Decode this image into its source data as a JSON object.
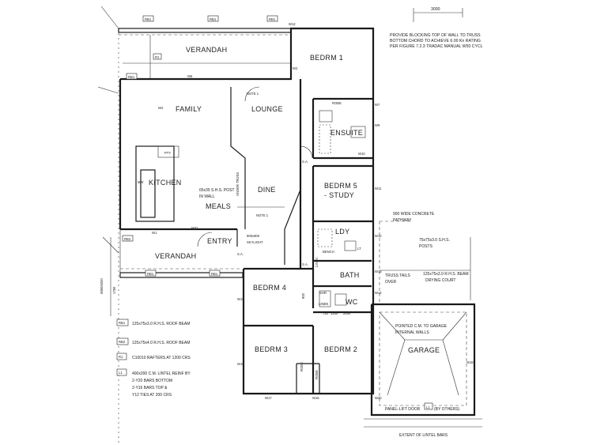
{
  "dimension_top": "3000",
  "blocking_note": [
    "PROVIDE BLOCKING TOP OF WALL TO TRUSS",
    "BOTTOM CHORD TO ACHIEVE 6.00 Kn RATING",
    "PER FIGURE 7.2.3 TRADAC MANUAL W50 CYCL"
  ],
  "rooms": {
    "verandah_top": "VERANDAH",
    "bedrm1": "BEDRM 1",
    "family": "FAMILY",
    "lounge": "LOUNGE",
    "ensuite": "ENSUITE",
    "kitchen": "KITCHEN",
    "dine": "DINE",
    "meals": "MEALS",
    "bedrm5": "BEDRM 5",
    "study": "- STUDY",
    "entry": "ENTRY",
    "ldy": "LDY",
    "verandah_bottom": "VERANDAH",
    "bath": "BATH",
    "wc": "WC",
    "bedrm4": "BEDRM 4",
    "bedrm3": "BEDRM 3",
    "bedrm2": "BEDRM 2",
    "garage": "GARAGE",
    "drying_court": "DRYING COURT"
  },
  "annotations": {
    "post_note": [
      "65x35 S.H.S. POST",
      "IN WALL"
    ],
    "under_truss": "UNDER TRUSS",
    "note1_a": "NOTE 1",
    "note1_b": "NOTE 1",
    "skylight": [
      "900x900",
      "SKYLIGHT"
    ],
    "pathway": [
      "900 WIDE CONCRETE",
      "PATHWAY"
    ],
    "shs_posts": [
      "75x75x3.0 S.H.S.",
      "POSTS"
    ],
    "truss_tails": [
      "TRUSS TAILS",
      "OVER"
    ],
    "rhs_beam": "125x75x3.0 R.H.S. BEAM",
    "pointed_cm": [
      "POINTED C.M. TO GARAGE",
      "INTERNAL WALLS"
    ],
    "panel_lift": "PANEL-LIFT DOOR",
    "by_others": "(BY OTHERS)",
    "lintel_extent": "EXTENT OF LINTEL BARS",
    "robe_1": "ROBE",
    "robe_2": "ROBE",
    "robe_3": "ROBE",
    "pty": "PTY",
    "mw": "MW",
    "linen_1": "LINEN",
    "linen_2": "LINEN",
    "shr": "SHR",
    "bench": "BENCH",
    "lt": "LT",
    "sa_1": "S.A.",
    "sa_2": "S.A.",
    "sa_3": "S.A.",
    "dim_vertical": "5880/6000",
    "dim_1780": "1780",
    "dim_900": "900",
    "dim_720": "720",
    "dim_1200": "1200",
    "dim_2040": "2040"
  },
  "wall_tags": [
    "RB1",
    "RB1",
    "RB1",
    "RB1",
    "R1",
    "W12",
    "W5",
    "W1",
    "W2",
    "W7",
    "W9",
    "W10",
    "W11",
    "W12",
    "W13",
    "W14",
    "W15",
    "W16",
    "W17",
    "W18",
    "W19",
    "W20",
    "W21",
    "W22"
  ],
  "legend": [
    {
      "tag": "RB1",
      "text": "125x75x3.0 R.H.S. ROOF BEAM"
    },
    {
      "tag": "RB2",
      "text": "125x75x4.0 R.H.S. ROOF BEAM"
    },
    {
      "tag": "R1",
      "text": "C10010 RAFTERS AT 1200 CRS"
    },
    {
      "tag": "L1",
      "text": "400x200 C.M. LINTEL REINF BY",
      "lines": [
        "2-Y20 BARS BOTTOM",
        "2-Y16 BARS TOP &",
        "Y12 TIES AT 200 CRS"
      ]
    }
  ]
}
